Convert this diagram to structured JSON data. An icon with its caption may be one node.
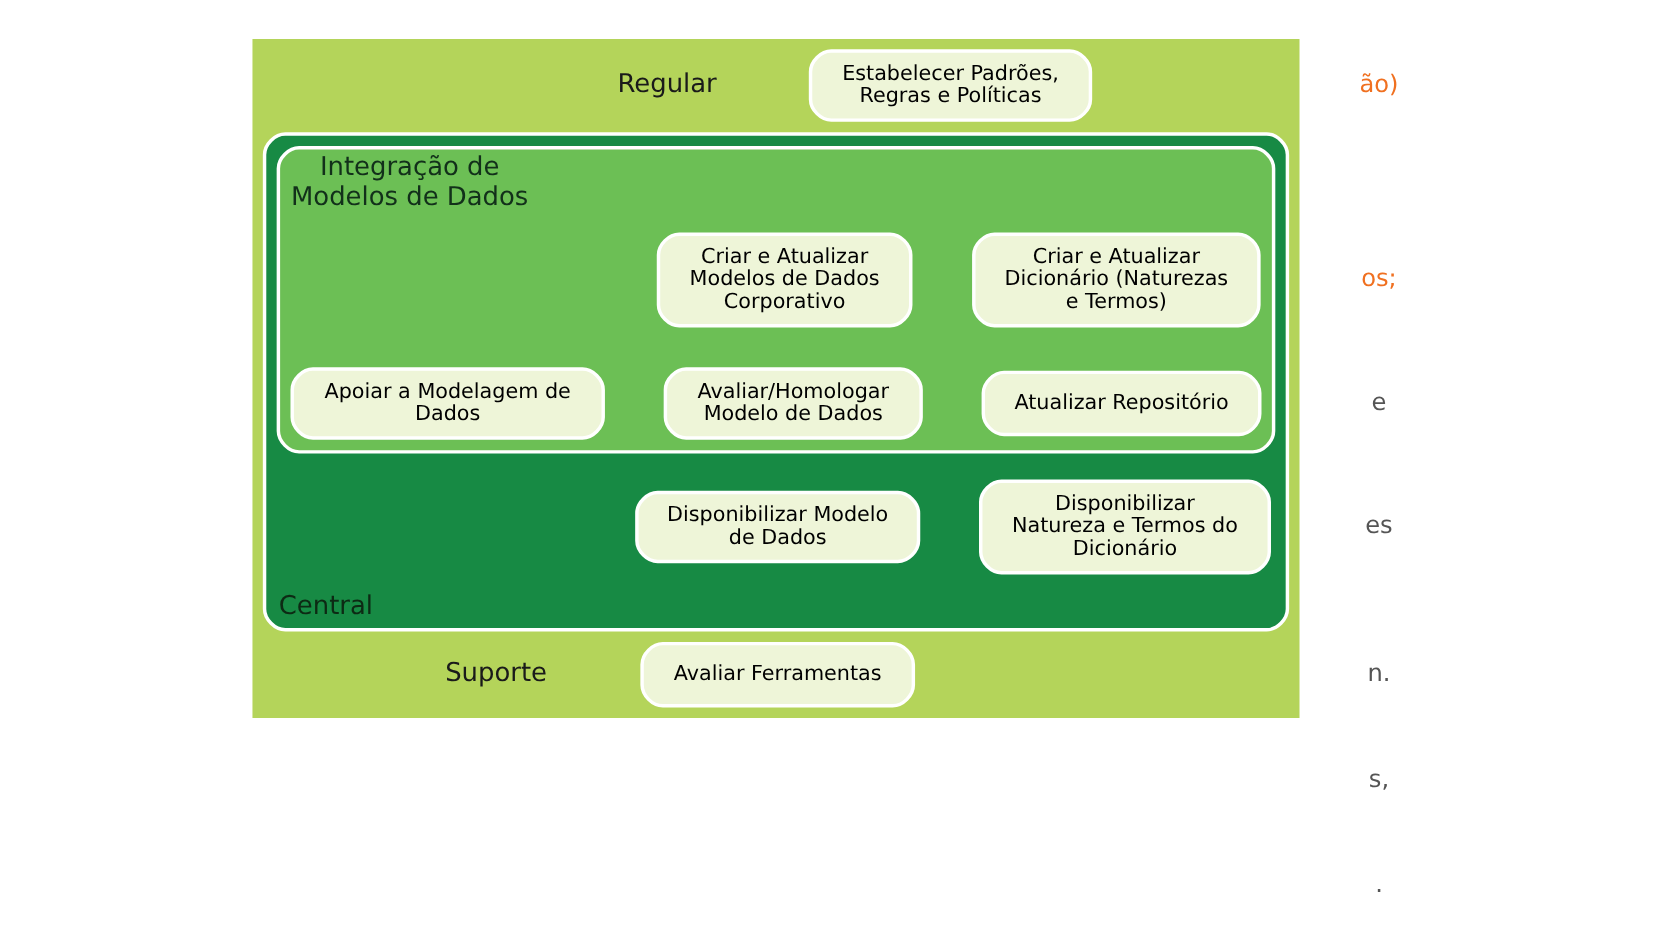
{
  "diagram": {
    "nodes": [
      {
        "text": [],
        "shape": "box"
      },
      {
        "text": [
          "Estabelecer Padrões, Regras e Políticas"
        ],
        "in": 0
      },
      {
        "text": [
          "Central"
        ],
        "in": 0
      },
      {
        "text": [
          "Integração de Modelos de Dados"
        ],
        "in": 2
      },
      {
        "text": [
          "Criar e Atualizar Modelos de Dados Corporativo"
        ],
        "in": 3
      },
      {
        "text": [
          "Criar e Atualizar Dicionário (Naturezas e Termos)"
        ],
        "in": 3
      },
      {
        "text": [
          "Apoiar a Modelagem de Dados"
        ],
        "in": 3
      },
      {
        "text": [
          "Avaliar/Homologar Modelo de Dados"
        ],
        "in": 3
      },
      {
        "text": [
          "Atualizar Repositório"
        ],
        "in": 3
      },
      {
        "text": [
          "Disponibilizar Modelo de Dados"
        ],
        "in": 2
      },
      {
        "text": [
          "Disponibilizar Natureza e Termos do Dicionário"
        ],
        "in": 2
      },
      {
        "text": [
          "Avaliar Ferramentas"
        ],
        "in": 0
      }
    ],
    "edges": [],
    "labels": [
      "ão)",
      "os;",
      "e",
      "es",
      "n.",
      "s,",
      ".",
      "Regular",
      "Suporte"
    ]
  }
}
